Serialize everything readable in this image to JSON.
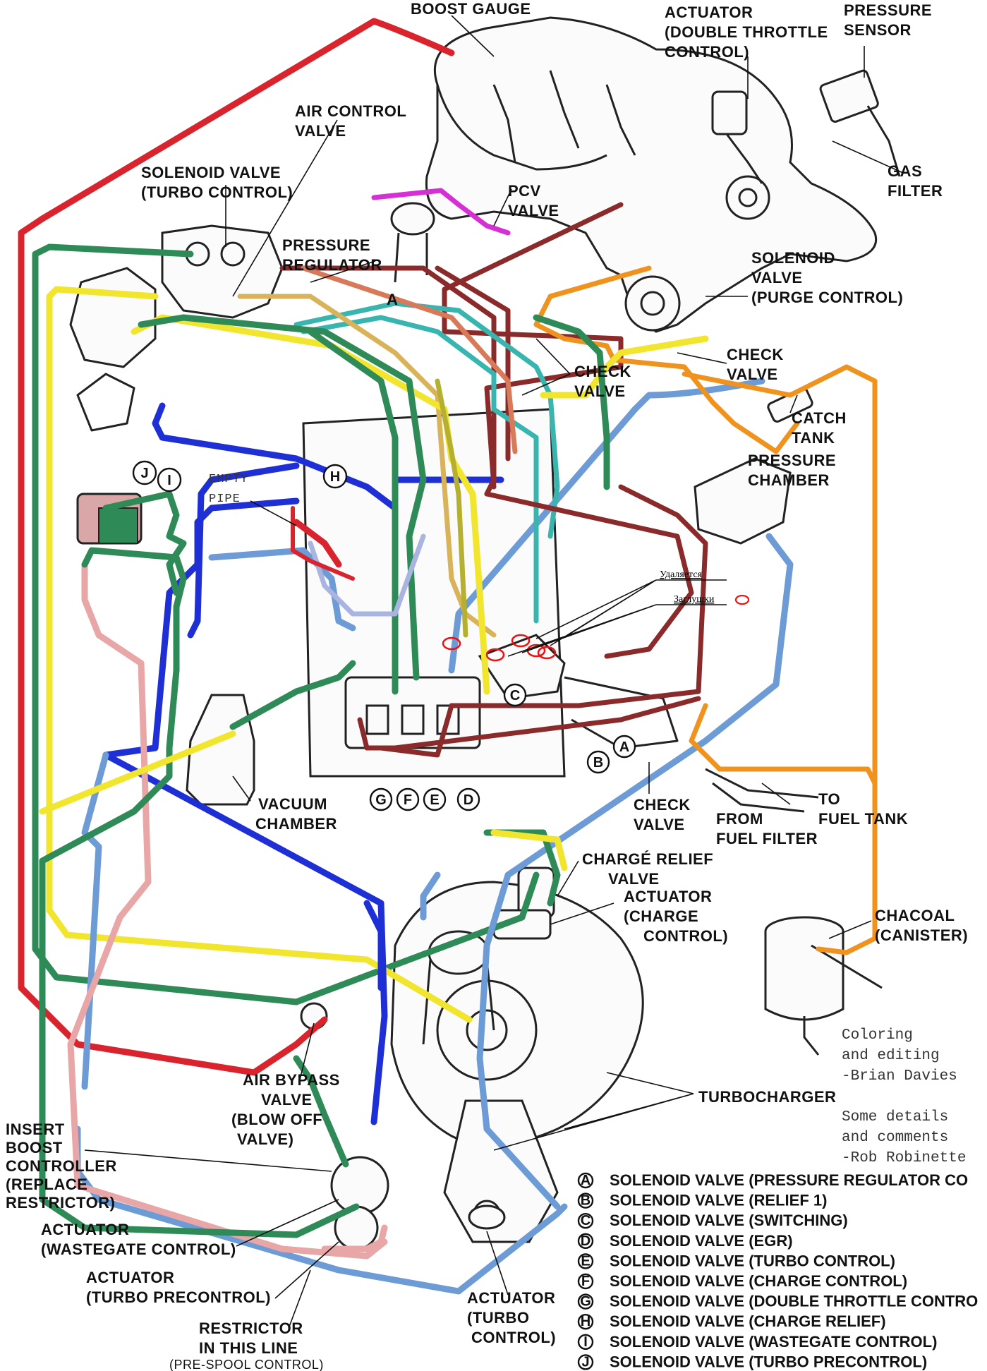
{
  "labels": {
    "boost_gauge": "BOOST GAUGE",
    "actuator_dt": [
      "ACTUATOR",
      "(DOUBLE THROTTLE",
      "CONTROL)"
    ],
    "pressure_sensor": [
      "PRESSURE",
      "SENSOR"
    ],
    "air_control_valve": [
      "AIR CONTROL",
      "VALVE"
    ],
    "solenoid_turbo_control": [
      "SOLENOID VALVE",
      "(TURBO CONTROL)"
    ],
    "pcv_valve": [
      "PCV",
      "VALVE"
    ],
    "gas_filter": [
      "GAS",
      "FILTER"
    ],
    "pressure_regulator": [
      "PRESSURE",
      "REGULATOR"
    ],
    "solenoid_purge": [
      "SOLENOID",
      "VALVE",
      "(PURGE CONTROL)"
    ],
    "a_mark": "A",
    "check_valve_1": [
      "CHECK",
      "VALVE"
    ],
    "check_valve_2": [
      "CHECK",
      "VALVE"
    ],
    "catch_tank": [
      "CATCH",
      "TANK"
    ],
    "pressure_chamber": [
      "PRESSURE",
      "CHAMBER"
    ],
    "empty_pipe": [
      "EMPTY",
      "PIPE"
    ],
    "russian_removed": "Удаляется",
    "russian_plugs": "Заглушки",
    "vacuum_chamber": [
      "VACUUM",
      "CHAMBER"
    ],
    "check_valve_3": [
      "CHECK",
      "VALVE"
    ],
    "from_fuel_filter": [
      "FROM",
      "FUEL FILTER"
    ],
    "to_fuel_tank": [
      "TO",
      "FUEL TANK"
    ],
    "charge_relief": [
      "CHARGÉ RELIEF",
      "VALVE"
    ],
    "actuator_charge": [
      "ACTUATOR",
      "(CHARGE",
      "CONTROL)"
    ],
    "chacoal": [
      "CHACOAL",
      "(CANISTER)"
    ],
    "credit_1": [
      "Coloring",
      "and editing",
      "-Brian Davies"
    ],
    "credit_2": [
      "Some details",
      "and comments",
      "-Rob Robinette"
    ],
    "air_bypass": [
      "AIR BYPASS",
      "VALVE",
      "(BLOW OFF",
      "VALVE)"
    ],
    "turbocharger": "TURBOCHARGER",
    "insert_boost": [
      "INSERT",
      "BOOST",
      "CONTROLLER",
      "(REPLACE",
      "RESTRICTOR)"
    ],
    "actuator_wastegate": [
      "ACTUATOR",
      "(WASTEGATE CONTROL)"
    ],
    "actuator_precontrol": [
      "ACTUATOR",
      "(TURBO PRECONTROL)"
    ],
    "restrictor": [
      "RESTRICTOR",
      "IN THIS LINE",
      "(PRE-SPOOL CONTROL)"
    ],
    "actuator_turbo": [
      "ACTUATOR",
      "(TURBO",
      "CONTROL)"
    ]
  },
  "callouts": {
    "J": "J",
    "I": "I",
    "H": "H",
    "C": "C",
    "B": "B",
    "A": "A",
    "G": "G",
    "F": "F",
    "E": "E",
    "D": "D"
  },
  "legend": [
    {
      "key": "A",
      "text": "SOLENOID VALVE (PRESSURE REGULATOR CO"
    },
    {
      "key": "B",
      "text": "SOLENOID VALVE (RELIEF 1)"
    },
    {
      "key": "C",
      "text": "SOLENOID VALVE (SWITCHING)"
    },
    {
      "key": "D",
      "text": "SOLENOID VALVE (EGR)"
    },
    {
      "key": "E",
      "text": "SOLENOID VALVE (TURBO CONTROL)"
    },
    {
      "key": "F",
      "text": "SOLENOID VALVE (CHARGE CONTROL)"
    },
    {
      "key": "G",
      "text": "SOLENOID VALVE (DOUBLE THROTTLE CONTRO"
    },
    {
      "key": "H",
      "text": "SOLENOID VALVE (CHARGE RELIEF)"
    },
    {
      "key": "I",
      "text": "SOLENOID VALVE (WASTEGATE CONTROL)"
    },
    {
      "key": "J",
      "text": "SOLENOID VALVE (TURBO PRECONTROL)"
    }
  ],
  "hose_colors": {
    "red": "#d9232d",
    "green": "#2e8b57",
    "yellow": "#f2e52e",
    "blue": "#1f2fd6",
    "lightblue": "#6c9bd6",
    "darkred": "#8b2a2a",
    "orange": "#f0921e",
    "teal": "#39b5b0",
    "pink": "#e8a6a6",
    "magenta": "#d52fd5",
    "tan": "#d9b35a",
    "salmon": "#d87a5a",
    "olive": "#b5b030",
    "lavender": "#a9b4e0"
  }
}
